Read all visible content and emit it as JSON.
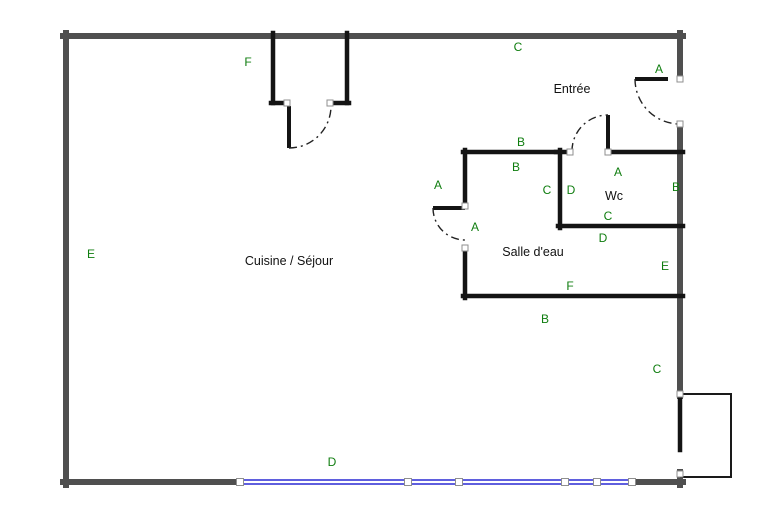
{
  "colors": {
    "background": "#ffffff",
    "wall-outer": "#4f4f4f",
    "wall-inner": "#141414",
    "label-green": "#0f7d0f",
    "window-blue": "#2a2ad4"
  },
  "rooms": {
    "main": "Cuisine / Séjour",
    "entry": "Entrée",
    "wc": "Wc",
    "bath": "Salle d'eau"
  },
  "wall_labels": [
    {
      "text": "F"
    },
    {
      "text": "C"
    },
    {
      "text": "A"
    },
    {
      "text": "B"
    },
    {
      "text": "B"
    },
    {
      "text": "A"
    },
    {
      "text": "C"
    },
    {
      "text": "D"
    },
    {
      "text": "A"
    },
    {
      "text": "B"
    },
    {
      "text": "A"
    },
    {
      "text": "C"
    },
    {
      "text": "D"
    },
    {
      "text": "E"
    },
    {
      "text": "F"
    },
    {
      "text": "B"
    },
    {
      "text": "E"
    },
    {
      "text": "C"
    },
    {
      "text": "D"
    }
  ]
}
